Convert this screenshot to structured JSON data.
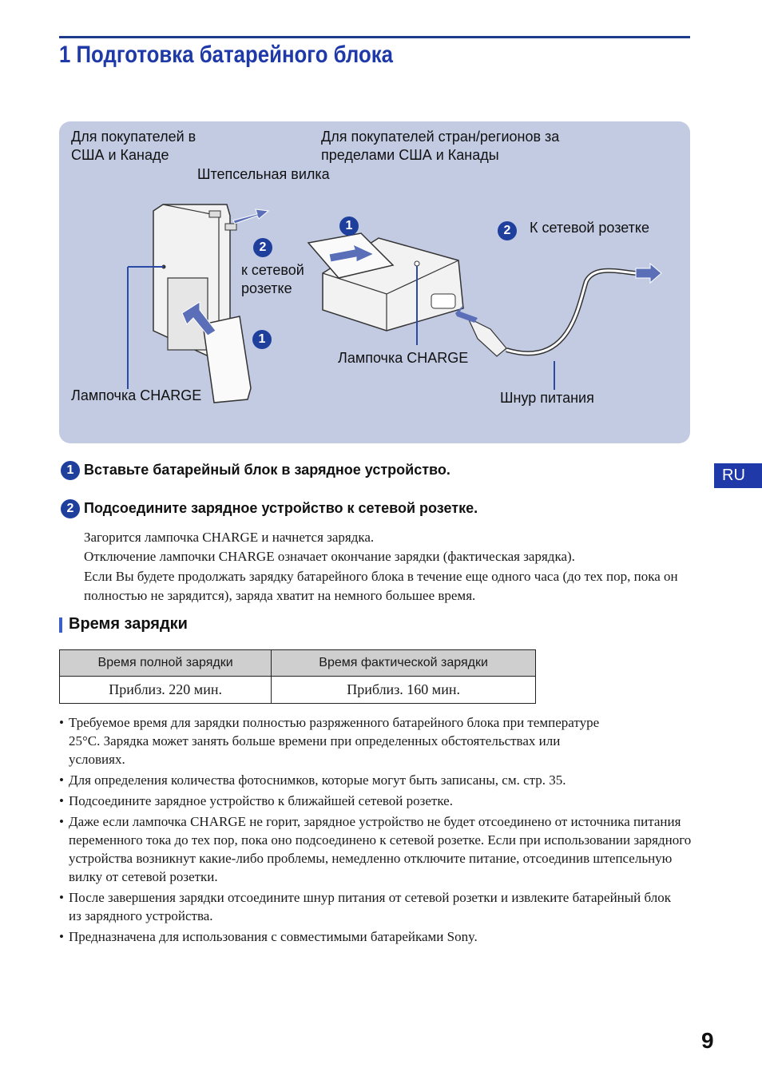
{
  "header": {
    "title": "1  Подготовка батарейного блока"
  },
  "diagram": {
    "label_us_canada": "Для покупателей в\nСША и Канаде",
    "label_other_regions": "Для покупателей стран/регионов за\nпределами США и Канады",
    "label_plug": "Штепсельная вилка",
    "label_to_outlet_small": "к сетевой\nрозетке",
    "label_charge_lamp_left": "Лампочка CHARGE",
    "label_charge_lamp_right": "Лампочка CHARGE",
    "label_to_outlet": "К сетевой розетке",
    "label_power_cord": "Шнур питания",
    "marker_1": "1",
    "marker_2": "2"
  },
  "steps": [
    {
      "number": "1",
      "text": "Вставьте батарейный блок в зарядное устройство."
    },
    {
      "number": "2",
      "text": "Подсоедините зарядное устройство к сетевой розетке."
    }
  ],
  "step2_body": [
    "Загорится лампочка CHARGE и начнется зарядка.",
    "Отключение лампочки CHARGE означает окончание зарядки (фактическая зарядка).",
    "Если Вы будете продолжать зарядку батарейного блока в течение еще одного часа (до тех пор, пока он полностью не зарядится), заряда хватит на немного большее время."
  ],
  "side_tab": "RU",
  "charging_time": {
    "title": "Время зарядки",
    "headers": [
      "Время полной зарядки",
      "Время фактической зарядки"
    ],
    "values": [
      "Приблиз. 220 мин.",
      "Приблиз. 160 мин."
    ]
  },
  "notes": [
    "Требуемое время для зарядки полностью разряженного батарейного блока при температуре 25°C. Зарядка может занять больше времени при определенных обстоятельствах или условиях.",
    "Для определения количества фотоснимков, которые могут быть записаны, см. стр. 35.",
    "Подсоедините зарядное устройство к ближайшей сетевой розетке.",
    "Даже если лампочка CHARGE не горит, зарядное устройство не будет отсоединено от источника питания переменного тока до тех пор, пока оно подсоединено к сетевой розетке. Если при использовании зарядного устройства возникнут какие-либо проблемы, немедленно отключите питание, отсоединив штепсельную вилку от сетевой розетки.",
    "После завершения зарядки отсоедините шнур питания от сетевой розетки и извлеките батарейный блок из зарядного устройства.",
    "Предназначена для использования с совместимыми батарейками Sony."
  ],
  "page_number": "9",
  "colors": {
    "accent_blue": "#1f3aa8",
    "panel_bg": "#c3cbe3",
    "table_header_bg": "#cfcfcf"
  }
}
